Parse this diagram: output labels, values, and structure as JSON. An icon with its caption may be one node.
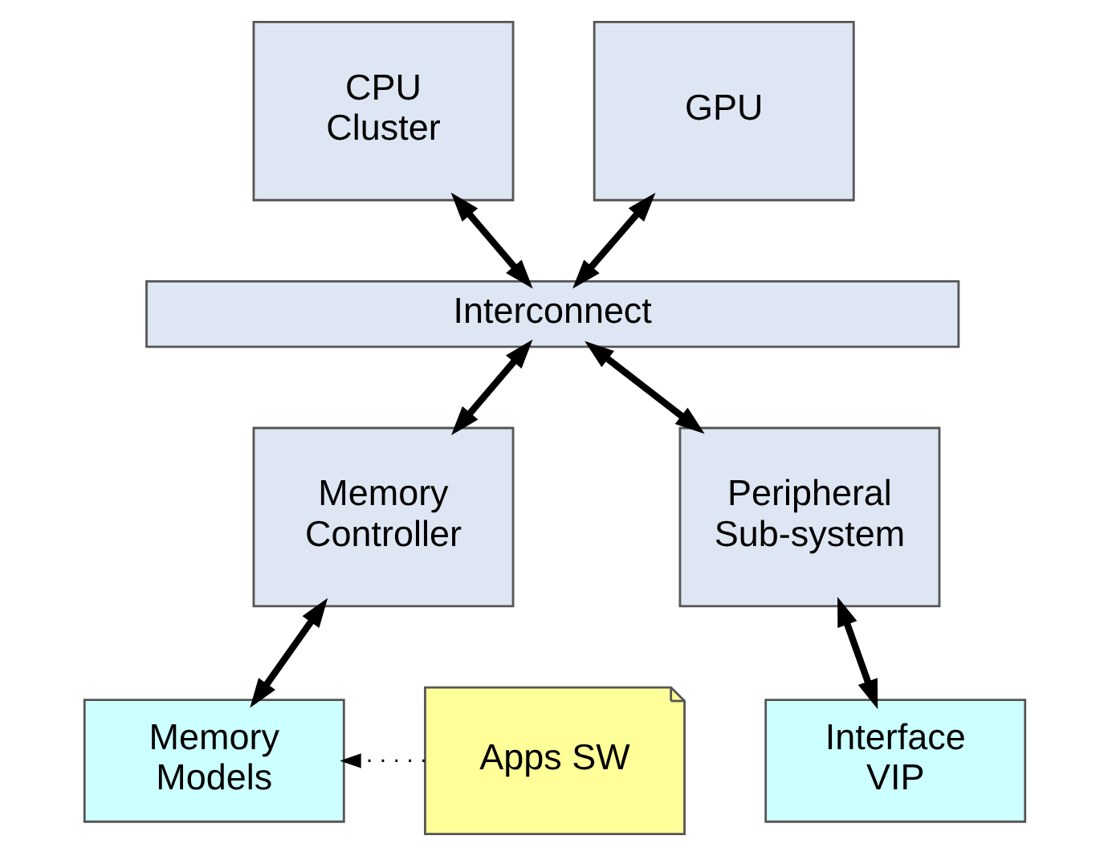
{
  "diagram": {
    "nodes": [
      {
        "text": [
          "CPU Cluster"
        ]
      },
      {
        "text": [
          "GPU"
        ]
      },
      {
        "text": [
          "Interconnect"
        ]
      },
      {
        "text": [
          "Memory Controller"
        ]
      },
      {
        "text": [
          "Peripheral Sub-system"
        ]
      },
      {
        "text": [
          "Apps SW"
        ]
      },
      {
        "text": [
          "Memory Models"
        ]
      },
      {
        "text": [
          "Interface VIP"
        ]
      }
    ],
    "edges": [
      {
        "from": 0,
        "to": 2,
        "arrow": "both"
      },
      {
        "from": 1,
        "to": 2,
        "arrow": "both"
      },
      {
        "from": 2,
        "to": 3,
        "arrow": "both"
      },
      {
        "from": 2,
        "to": 4,
        "arrow": "both"
      },
      {
        "from": 3,
        "to": 6,
        "arrow": "both"
      },
      {
        "from": 4,
        "to": 7,
        "arrow": "both"
      },
      {
        "from": 5,
        "to": 6,
        "arrow": "to",
        "style": "dashed"
      }
    ]
  }
}
